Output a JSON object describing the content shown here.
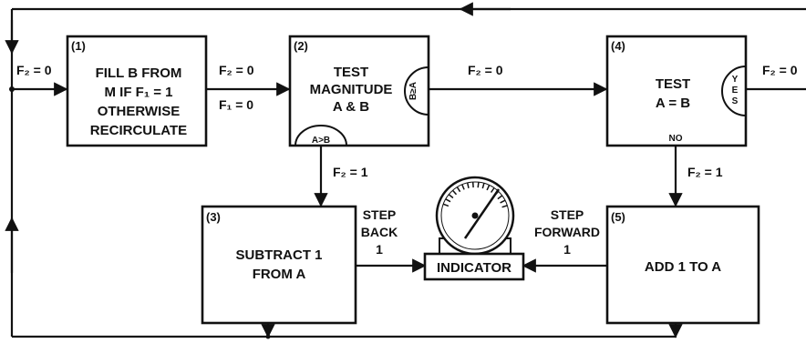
{
  "blocks": {
    "b1": {
      "number": "(1)",
      "lines": [
        "FILL B FROM",
        "M IF F₁ = 1",
        "OTHERWISE",
        "RECIRCULATE"
      ]
    },
    "b2": {
      "number": "(2)",
      "lines": [
        "TEST",
        "MAGNITUDE",
        "A & B"
      ],
      "out_right": "B≥A",
      "out_bottom": "A>B"
    },
    "b3": {
      "number": "(3)",
      "lines": [
        "SUBTRACT 1",
        "FROM A"
      ]
    },
    "b4": {
      "number": "(4)",
      "lines": [
        "TEST",
        "A = B"
      ],
      "out_yes": [
        "Y",
        "E",
        "S"
      ],
      "out_no": "NO"
    },
    "b5": {
      "number": "(5)",
      "lines": [
        "ADD 1 TO A"
      ]
    }
  },
  "indicator": {
    "label": "INDICATOR"
  },
  "labels": {
    "loop_in": "F₂ = 0",
    "b1_out_top": "F₂ = 0",
    "b1_out_bottom": "F₁ = 0",
    "b2_to_b4": "F₂ = 0",
    "b4_yes_out": "F₂ = 0",
    "b2_to_b3": "F₂ = 1",
    "b4_to_b5": "F₂ = 1",
    "step_back": [
      "STEP",
      "BACK",
      "1"
    ],
    "step_forward": [
      "STEP",
      "FORWARD",
      "1"
    ]
  }
}
